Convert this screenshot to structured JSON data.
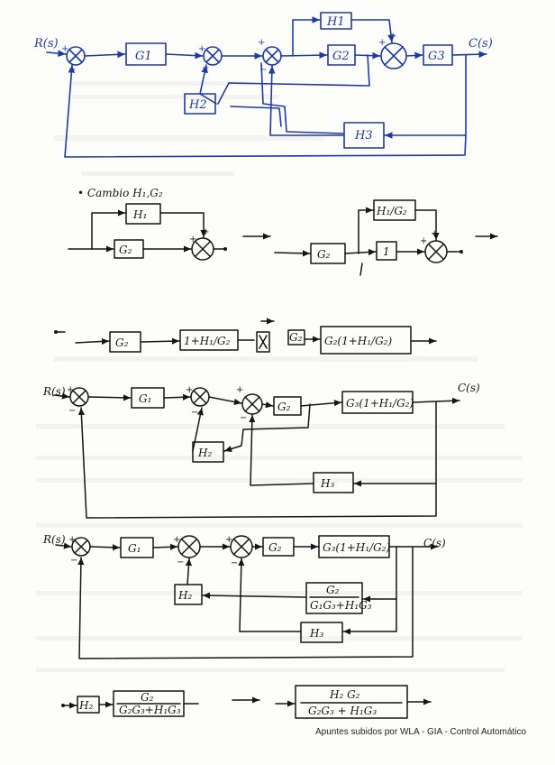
{
  "colors": {
    "ink": "#151515",
    "blue_ink": "#1e3aa6",
    "paper": "#fdfdfb"
  },
  "diagram1": {
    "input": "R(s)",
    "output": "C(s)",
    "g1": "G1",
    "g2": "G2",
    "g3": "G3",
    "h1": "H1",
    "h2": "H2",
    "h3": "H3"
  },
  "note": "• Cambio H₁,G₂",
  "step_a": {
    "h1": "H₁",
    "g2": "G₂",
    "h1_over_g2": "H₁/G₂",
    "unity": "1"
  },
  "step_b": {
    "g2": "G₂",
    "block_b": "1+H₁/G₂",
    "g2_small": "G₂",
    "result": "G₂(1+H₁/G₂)"
  },
  "diagram2": {
    "input": "R(s)",
    "output": "C(s)",
    "g1": "G₁",
    "g2": "G₂",
    "g3_block": "G₃(1+H₁/G₂)",
    "h2": "H₂",
    "h3": "H₃"
  },
  "diagram3": {
    "input": "R(s)",
    "output": "C(s)",
    "g1": "G₁",
    "g2": "G₂",
    "g3_block": "G₃(1+H₁/G₂)",
    "h2": "H₂",
    "h3": "H₃",
    "tf_num": "G₂",
    "tf_den": "G₁G₃+H₁G₃"
  },
  "step_c": {
    "h2": "H₂",
    "num": "G₂",
    "den": "G₂G₃+H₁G₃",
    "res_num": "H₂ G₂",
    "res_den": "G₂G₃ + H₁G₃"
  },
  "footer": "Apuntes subidos por WLA - GIA - Control Automático"
}
